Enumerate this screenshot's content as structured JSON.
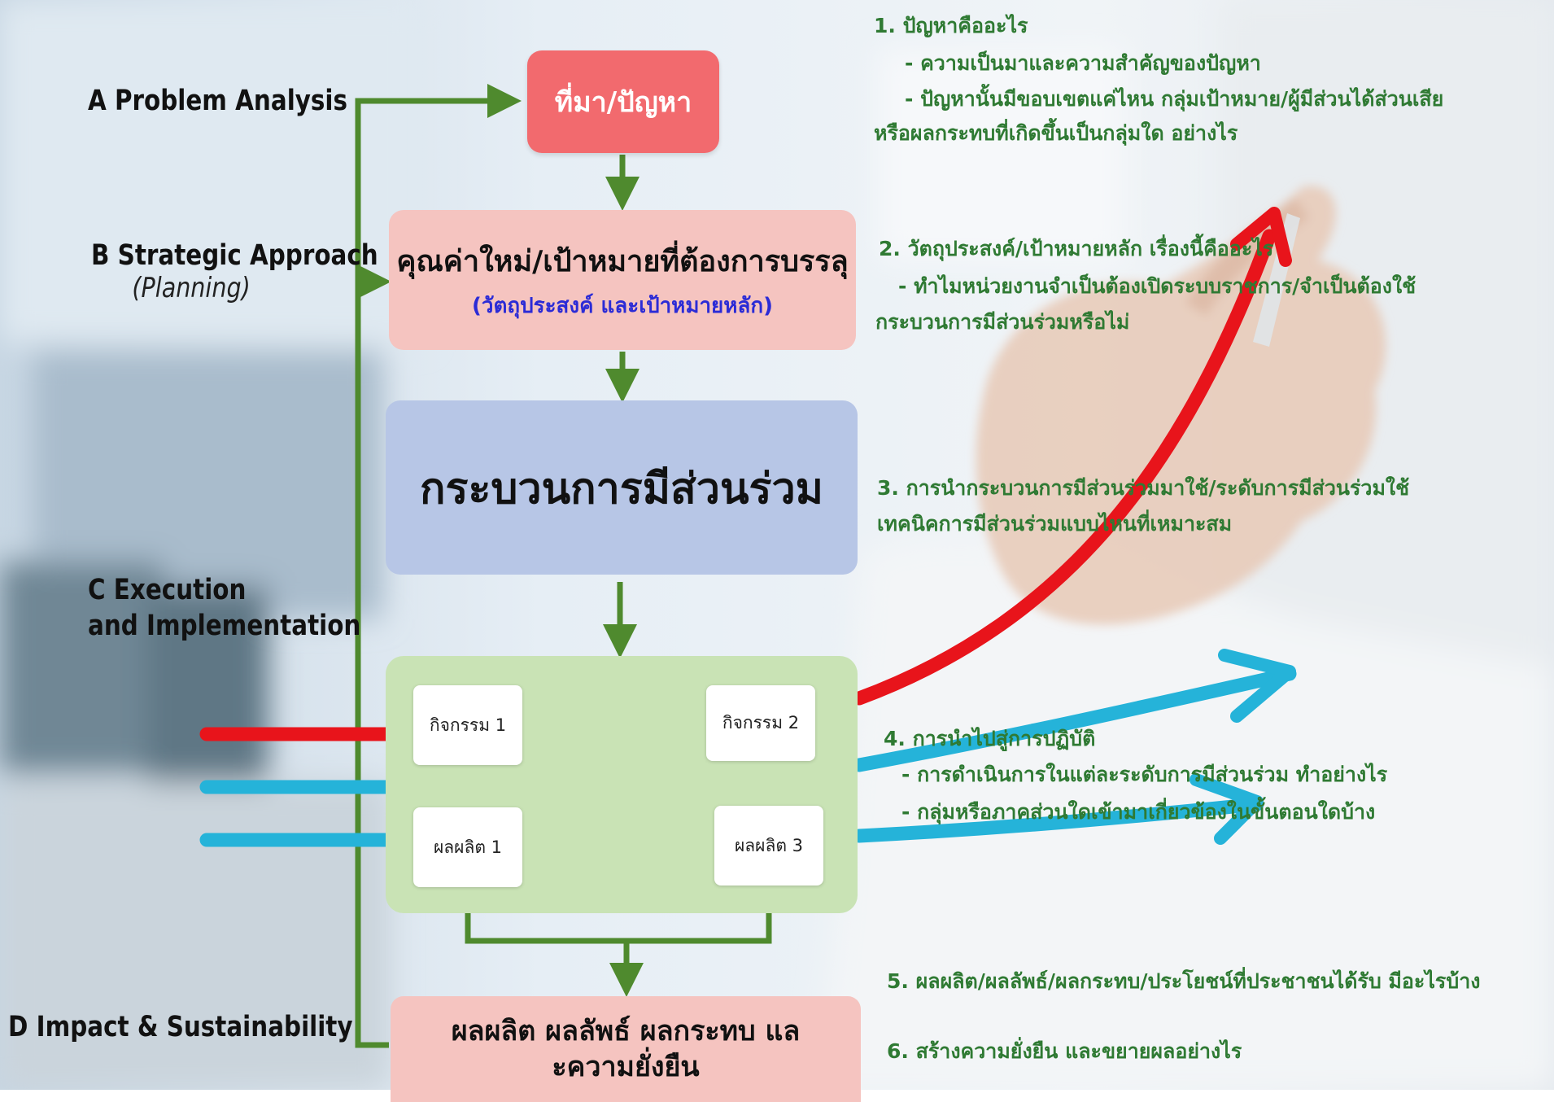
{
  "phases": {
    "a": "A Problem Analysis",
    "b": "B Strategic Approach",
    "b_sub": "(Planning)",
    "c_line1": "C Execution",
    "c_line2": "and Implementation",
    "d": "D Impact & Sustainability"
  },
  "flow": {
    "source_problem": "ที่มา/ปัญหา",
    "new_value_line1": "คุณค่าใหม่/เป้าหมายที่ต้องการบรรลุ",
    "new_value_line2": "(วัตถุประสงค์ และเป้าหมายหลัก)",
    "participation": "กระบวนการมีส่วนร่วม",
    "activity1": "กิจกรรม 1",
    "activity2": "กิจกรรม 2",
    "output1": "ผลผลิต 1",
    "output3": "ผลผลิต 3",
    "outcome_line1": "ผลผลิต ผลลัพธ์ ผลกระทบ แล",
    "outcome_line2": "ะความยั่งยืน"
  },
  "questions": {
    "q1_title": "1. ปัญหาคืออะไร",
    "q1_l1": "- ความเป็นมาและความสำคัญของปัญหา",
    "q1_l2": "- ปัญหานั้นมีขอบเขตแค่ไหน กลุ่มเป้าหมาย/ผู้มีส่วนได้ส่วนเสีย",
    "q1_l3": "หรือผลกระทบที่เกิดขึ้นเป็นกลุ่มใด อย่างไร",
    "q2_title": "2. วัตถุประสงค์/เป้าหมายหลัก เรื่องนี้คืออะไร",
    "q2_l1": "- ทำไมหน่วยงานจำเป็นต้องเปิดระบบราชการ/จำเป็นต้องใช้",
    "q2_l2": "กระบวนการมีส่วนร่วมหรือไม่",
    "q3_l1": "3. การนำกระบวนการมีส่วนร่วมมาใช้/ระดับการมีส่วนร่วมใช้",
    "q3_l2": "เทคนิคการมีส่วนร่วมแบบไหนที่เหมาะสม",
    "q4_title": "4. การนำไปสู่การปฏิบัติ",
    "q4_l1": "- การดำเนินการในแต่ละระดับการมีส่วนร่วม ทำอย่างไร",
    "q4_l2": "- กลุ่มหรือภาคส่วนใดเข้ามาเกี่ยวข้องในขั้นตอนใดบ้าง",
    "q5": "5. ผลผลิต/ผลลัพธ์/ผลกระทบ/ประโยชน์ที่ประชาชนได้รับ มีอะไรบ้าง",
    "q6": "6. สร้างความยั่งยืน และขยายผลอย่างไร"
  },
  "colors": {
    "connector_green": "#4f8a2e",
    "arrow_red": "#e8141b",
    "arrow_blue": "#25b3d9",
    "question_text": "#2f7a33",
    "source_box": "#f26a6e",
    "pink_box": "#f5c4c0",
    "blue_box": "#b7c6e6",
    "green_box": "#c9e3b5"
  }
}
